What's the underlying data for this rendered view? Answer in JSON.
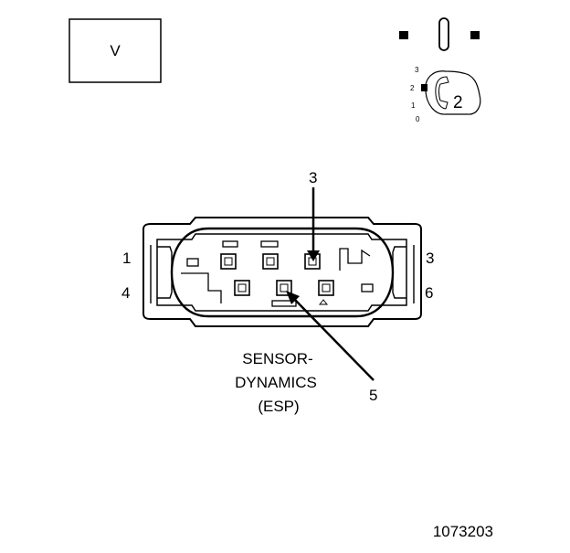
{
  "voltage_box_label": "V",
  "key_switch": {
    "positions": [
      "3",
      "2",
      "1",
      "0"
    ],
    "active_position": "2"
  },
  "connector": {
    "pin_labels": {
      "top_left": "1",
      "top_right": "3",
      "bottom_left": "4",
      "bottom_right": "6"
    },
    "callouts": {
      "upper": "3",
      "lower": "5"
    }
  },
  "component_name": [
    "SENSOR-",
    "DYNAMICS",
    "(ESP)"
  ],
  "figure_number": "1073203"
}
